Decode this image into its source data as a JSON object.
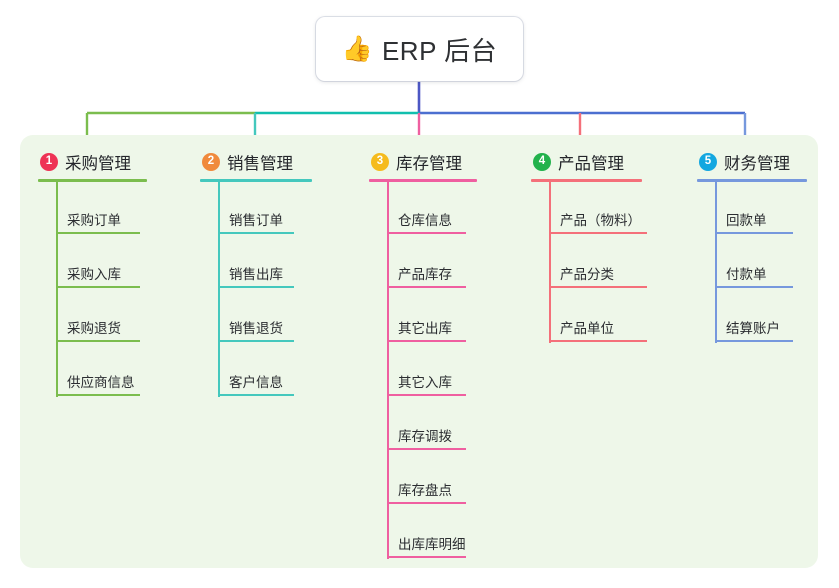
{
  "root": {
    "icon": "thumbs-up-emoji",
    "icon_glyph": "👍",
    "title": "ERP 后台"
  },
  "colors": {
    "panel_background": "#eef7e9",
    "page_background": "#ffffff",
    "root_connector": "#4c57c4",
    "bus_segment_left": "#7bbd4e",
    "bus_segment_mid": "#11bfae",
    "bus_segment_right": "#4c6fd0"
  },
  "columns": [
    {
      "number": "1",
      "title": "采购管理",
      "badge_color": "#ee3355",
      "line_color": "#7bbd4e",
      "items": [
        "采购订单",
        "采购入库",
        "采购退货",
        "供应商信息"
      ]
    },
    {
      "number": "2",
      "title": "销售管理",
      "badge_color": "#f08a3c",
      "line_color": "#44c8bd",
      "items": [
        "销售订单",
        "销售出库",
        "销售退货",
        "客户信息"
      ]
    },
    {
      "number": "3",
      "title": "库存管理",
      "badge_color": "#f5bb1d",
      "line_color": "#ef5fa0",
      "items": [
        "仓库信息",
        "产品库存",
        "其它出库",
        "其它入库",
        "库存调拨",
        "库存盘点",
        "出库库明细"
      ]
    },
    {
      "number": "4",
      "title": "产品管理",
      "badge_color": "#22b24c",
      "line_color": "#f4707a",
      "items": [
        "产品（物料）",
        "产品分类",
        "产品单位"
      ]
    },
    {
      "number": "5",
      "title": "财务管理",
      "badge_color": "#13a7e0",
      "line_color": "#7698dd",
      "items": [
        "回款单",
        "付款单",
        "结算账户"
      ]
    }
  ]
}
